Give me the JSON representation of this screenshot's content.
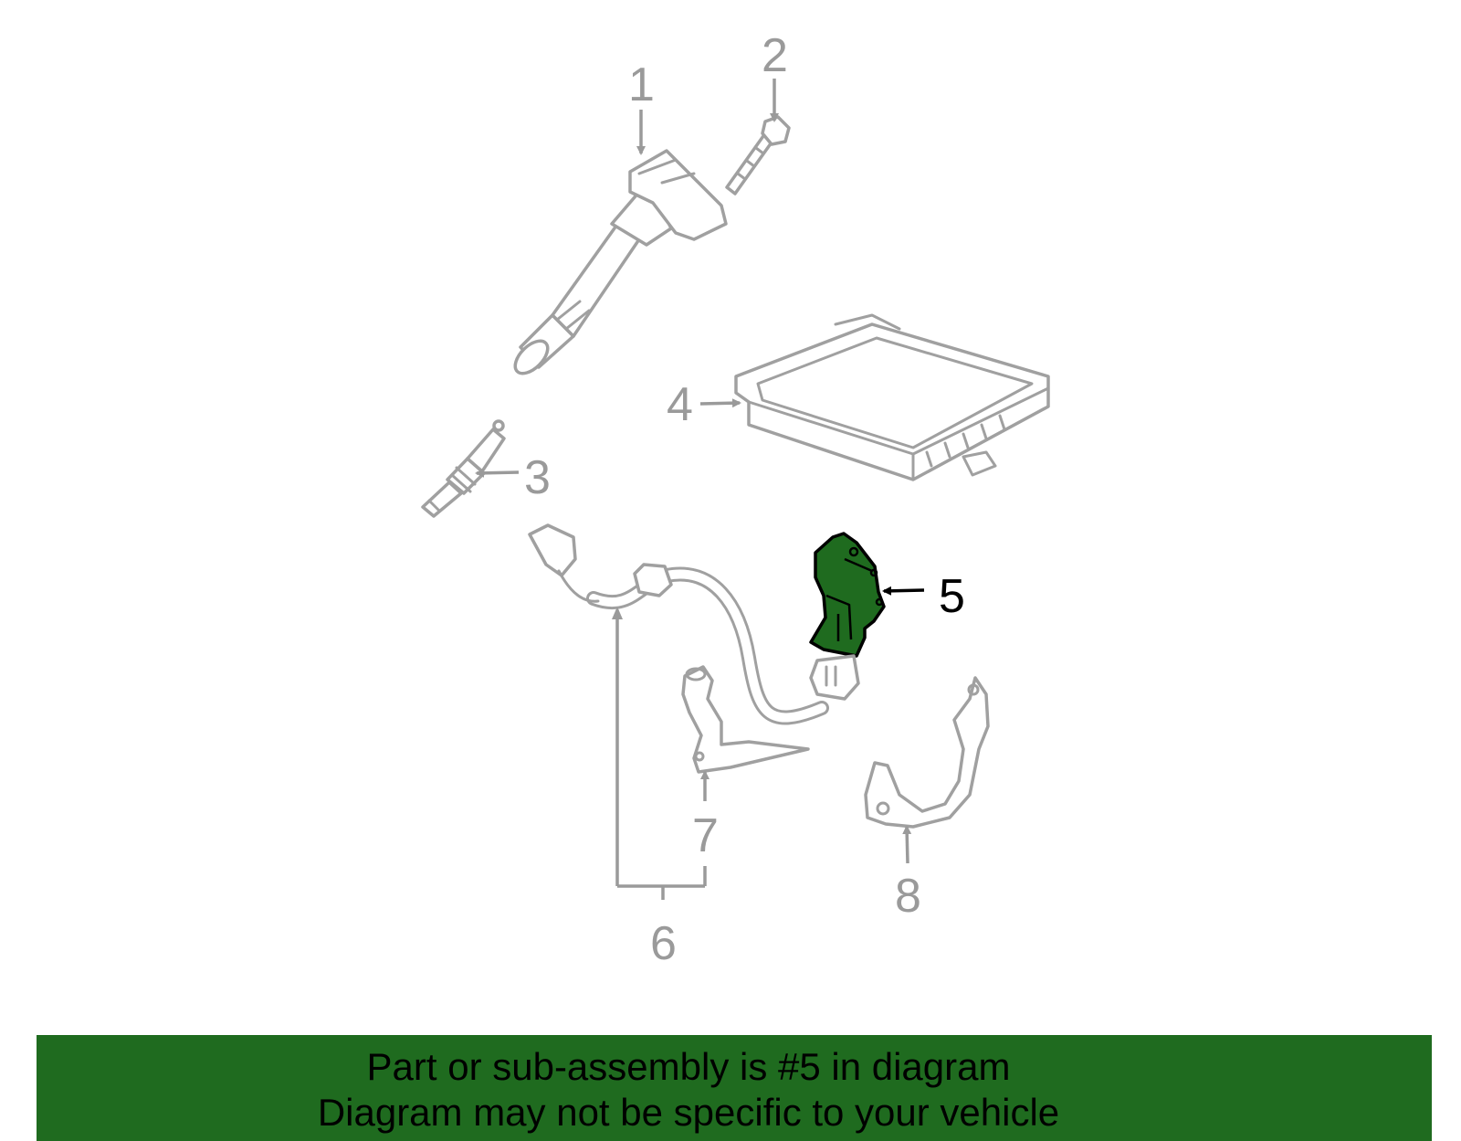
{
  "callouts": [
    "1",
    "2",
    "3",
    "4",
    "5",
    "6",
    "7",
    "8"
  ],
  "highlighted_callout": "5",
  "colors": {
    "highlight_fill": "#1f6b1f",
    "footer_background": "#1f6b1f",
    "line_gray": "#a0a0a0",
    "highlight_outline": "#000000"
  },
  "footer": {
    "line1": "Part or sub-assembly is #5 in diagram",
    "line2": "Diagram may not be specific to your vehicle"
  }
}
